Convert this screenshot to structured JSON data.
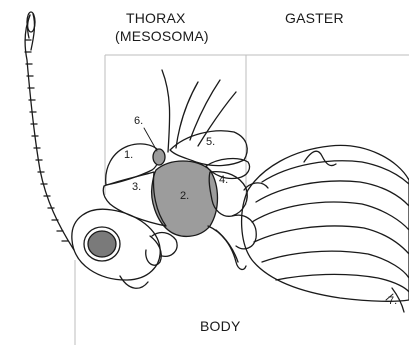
{
  "labels": {
    "thorax_line1": "THORAX",
    "thorax_line2": "(MESOSOMA)",
    "gaster": "GASTER",
    "body": "BODY"
  },
  "parts": {
    "p1": "1.",
    "p2": "2.",
    "p3": "3.",
    "p4": "4.",
    "p5": "5.",
    "p6": "6.",
    "p7": "7."
  },
  "colors": {
    "outline": "#1a1a1a",
    "mesopleuron_fill": "#9c9c9c",
    "eye_fill": "#7a7a7a",
    "region_box": "#bdbdbd",
    "background": "#ffffff"
  }
}
